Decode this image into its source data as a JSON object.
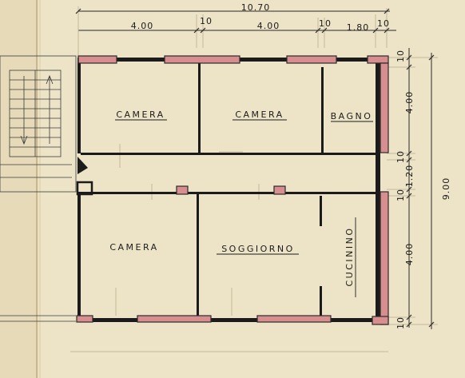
{
  "rooms": {
    "camera_top_left": "CAMERA",
    "camera_top_center": "CAMERA",
    "bagno": "BAGNO",
    "camera_bottom_left": "CAMERA",
    "soggiorno": "SOGGIORNO",
    "cucinino": "CUCININO"
  },
  "dimensions": {
    "top": {
      "total": "10.70",
      "seg1": "4.00",
      "seg2": "10",
      "seg3": "4.00",
      "seg4": "10",
      "seg5": "1.80",
      "seg6": "10"
    },
    "right": {
      "total": "9.00",
      "seg1": "10",
      "seg2": "4.00",
      "seg3": "10",
      "seg4": "1.20",
      "seg5": "10",
      "seg6": "4.00",
      "seg7": "10"
    }
  },
  "colors": {
    "paper": "#ede3c6",
    "wall": "#1b1b1b",
    "window_fill": "#d88e8e"
  }
}
